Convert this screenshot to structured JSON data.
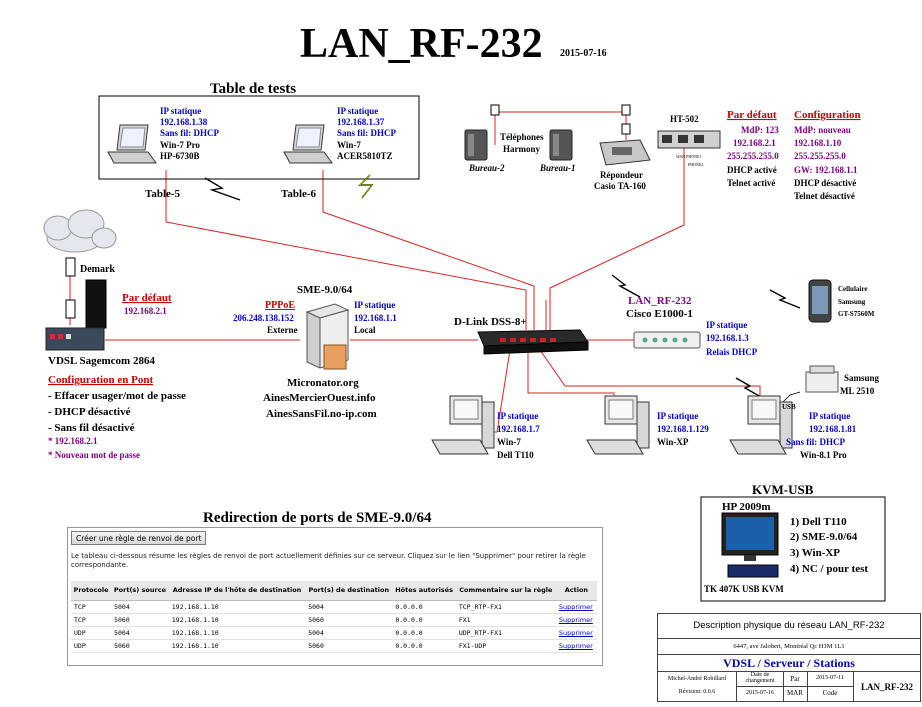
{
  "title": "LAN_RF-232",
  "title_date": "2015-07-16",
  "test_table": {
    "label": "Table de tests",
    "left": {
      "ip_title": "IP statique",
      "ip": "192.168.1.38",
      "wifi": "Sans fil: DHCP",
      "os": "Win-7 Pro",
      "model": "HP-6730B",
      "table": "Table-5"
    },
    "right": {
      "ip_title": "IP statique",
      "ip": "192.168.1.37",
      "wifi": "Sans fil: DHCP",
      "os": "Win-7",
      "model": "ACER5810TZ",
      "table": "Table-6"
    }
  },
  "phones": {
    "label_line1": "Téléphones",
    "label_line2": "Harmony",
    "bureau2": "Bureau-2",
    "bureau1": "Bureau-1",
    "answering_line1": "Répondeur",
    "answering_line2": "Casio TA-160"
  },
  "ht502": {
    "label": "HT-502",
    "defaults_title": "Par défaut",
    "defaults": [
      "MdP: 123",
      "192.168.2.1",
      "255.255.255.0",
      "DHCP activé",
      "Telnet activé"
    ],
    "config_title": "Configuration",
    "config": [
      "MdP: nouveau",
      "192.168.1.10",
      "255.255.255.0",
      "GW: 192.168.1.1",
      "DHCP désactivé",
      "Telnet désactivé"
    ]
  },
  "demark": "Demark",
  "modem": {
    "defaults_title": "Par défaut",
    "default_ip": "192.168.2.1",
    "label": "VDSL Sagemcom 2864",
    "config_title": "Configuration en Pont",
    "config_items": [
      "- Effacer usager/mot de passe",
      "- DHCP désactivé",
      "- Sans fil désactivé"
    ],
    "note_ip": "* 192.168.2.1",
    "note_pw": "* Nouveau mot de passe"
  },
  "server": {
    "label": "SME-9.0/64",
    "pppoe_title": "PPPoE",
    "external_ip": "206.248.138.152",
    "external": "Externe",
    "ip_title": "IP statique",
    "local_ip": "192.168.1.1",
    "local": "Local",
    "domains": [
      "Micronator.org",
      "AinesMercierOuest.info",
      "AinesSansFil.no-ip.com"
    ]
  },
  "switch": {
    "label": "D-Link DSS-8+"
  },
  "router": {
    "label": "LAN_RF-232",
    "model": "Cisco E1000-1",
    "ip_title": "IP statique",
    "ip": "192.168.1.3",
    "relay": "Relais DHCP"
  },
  "cell": {
    "line1": "Cellulaire",
    "line2": "Samsung",
    "line3": "GT-S7560M"
  },
  "printer": {
    "line1": "Samsung",
    "line2": "ML 2510"
  },
  "pc_dell": {
    "ip_title": "IP statique",
    "ip": "192.168.1.7",
    "os": "Win-7",
    "model": "Dell T110"
  },
  "pc_xp": {
    "ip_title": "IP statique",
    "ip": "192.168.1.129",
    "os": "Win-XP"
  },
  "pc_81": {
    "usb": "USB",
    "ip_title": "IP statique",
    "ip": "192.168.1.81",
    "wifi": "Sans fil: DHCP",
    "os": "Win-8.1 Pro"
  },
  "kvm": {
    "title": "KVM-USB",
    "monitor": "HP 2009m",
    "items": [
      "1) Dell T110",
      "2) SME-9.0/64",
      "3) Win-XP",
      "4) NC / pour test"
    ],
    "kvm_model": "TK 407K USB KVM"
  },
  "port_forward": {
    "title": "Redirection de ports de SME-9.0/64",
    "create_button": "Créer une règle de renvoi de port",
    "description": "Le tableau ci-dessous résume les règles de renvoi de port actuellement définies sur ce serveur. Cliquez sur le lien \"Supprimer\" pour retirer la règle correspondante.",
    "headers": [
      "Protocole",
      "Port(s) source",
      "Adresse IP de l'hôte de destination",
      "Port(s) de destination",
      "Hôtes autorisés",
      "Commentaire sur la règle",
      "Action"
    ],
    "rows": [
      [
        "TCP",
        "5004",
        "192.168.1.10",
        "5004",
        "0.0.0.0",
        "TCP_RTP-FX1",
        "Supprimer"
      ],
      [
        "TCP",
        "5060",
        "192.168.1.10",
        "5060",
        "0.0.0.0",
        "FX1",
        "Supprimer"
      ],
      [
        "UDP",
        "5004",
        "192.168.1.10",
        "5004",
        "0.0.0.0",
        "UDP_RTP-FX1",
        "Supprimer"
      ],
      [
        "UDP",
        "5060",
        "192.168.1.10",
        "5060",
        "0.0.0.0",
        "FX1-UDP",
        "Supprimer"
      ]
    ]
  },
  "title_block": {
    "description": "Description physique du réseau LAN_RF-232",
    "address": "6447, ave Jalobert, Montréal Qc H1M 1L1",
    "subtitle": "VDSL / Serveur / Stations",
    "author": "Michel-André Robillard",
    "revision": "Révision: 0.0.6",
    "change_date_label": "Date de changement",
    "change_date": "2015-07-16",
    "by_label": "Par",
    "by": "MAR",
    "date": "2015-07-11",
    "code_label": "Code",
    "code": "LAN_RF-232"
  },
  "colors": {
    "red_link": "#dd2222",
    "blue_text": "#0000cc",
    "red_text": "#cc0000",
    "purple_text": "#800080"
  }
}
